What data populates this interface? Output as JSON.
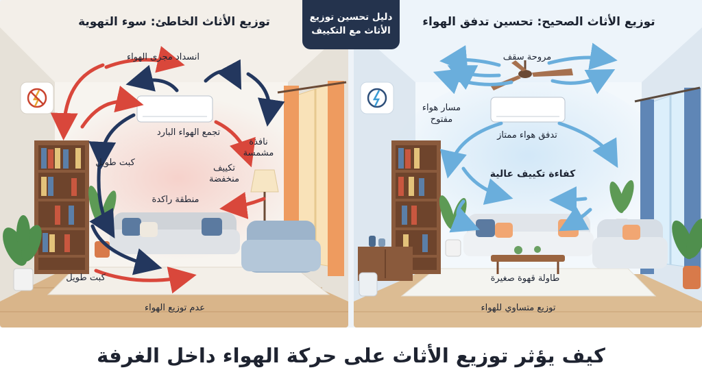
{
  "header_badge": "دليل تحسين توزيع الأثاث مع التكييف",
  "bad_panel": {
    "title": "توزيع الأثاث الخاطئ: سوء التهوية",
    "labels": {
      "air_blockage": "انسداد مجرى الهواء",
      "cold_air_pooling": "تجمع الهواء البارد",
      "tall_cabinet_top": "كبت طويل",
      "sunny_window": "نافذة مشمسة",
      "low_cooling": "تكييف منخفضة",
      "stagnant_zone": "منطقة راكدة",
      "tall_cabinet_bottom": "كبت طويل",
      "no_air_distribution": "عدم توزيع الهواء"
    }
  },
  "good_panel": {
    "title": "توزيع الأثاث الصحيح: تحسين تدفق الهواء",
    "labels": {
      "ceiling_fan": "مروحة سقف",
      "open_air_path": "مسار هواء مفتوح",
      "excellent_flow": "تدفق هواء ممتاز",
      "high_efficiency": "كفاءة تكييف عالية",
      "small_coffee_table": "طاولة قهوة صغيرة",
      "even_distribution": "توزيع متساوي للهواء"
    }
  },
  "footer_title": "كيف يؤثر توزيع الأثاث على حركة الهواء داخل الغرفة",
  "colors": {
    "warm_arrow": "#d9473b",
    "cold_arrow": "#23375e",
    "good_arrow": "#6aaedc",
    "badge_bg": "#24334d"
  },
  "icons": [
    "no-energy-icon",
    "energy-saving-icon"
  ]
}
